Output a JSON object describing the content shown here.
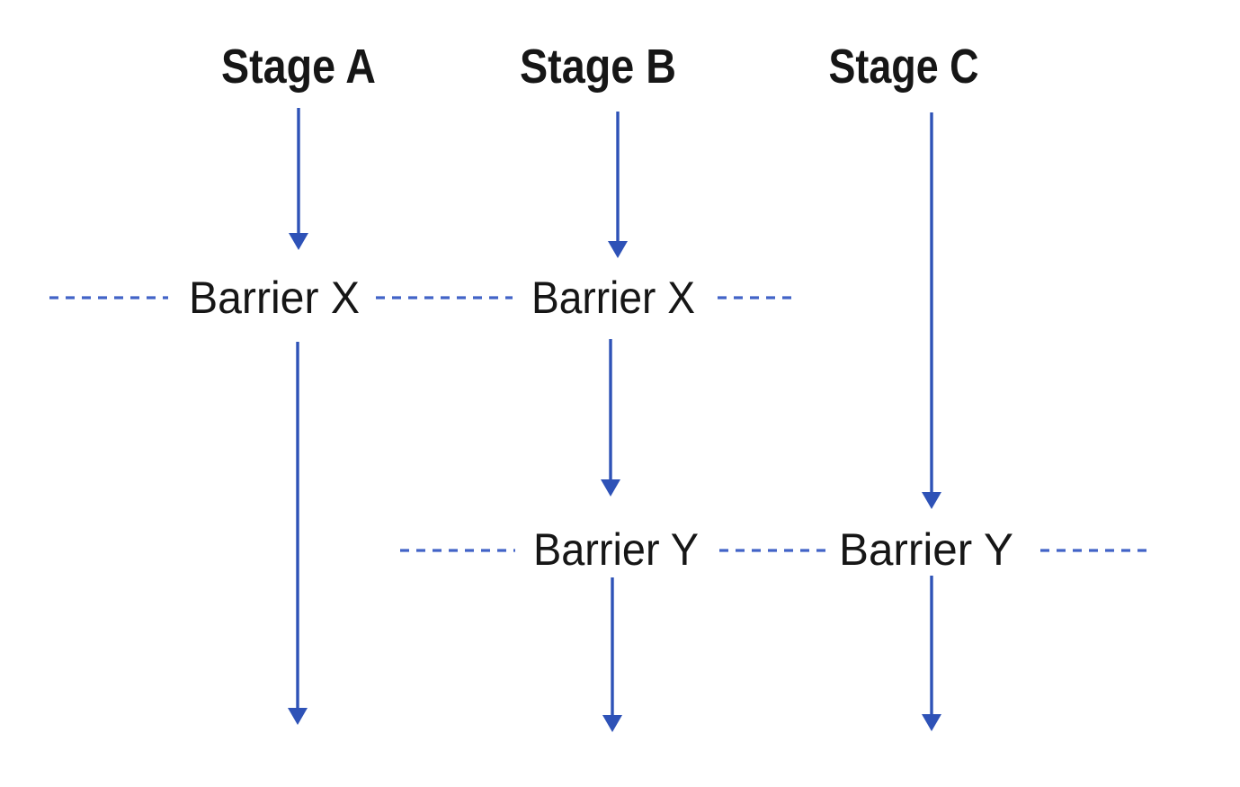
{
  "diagram": {
    "stage_columns": [
      {
        "label": "Stage A"
      },
      {
        "label": "Stage B"
      },
      {
        "label": "Stage C"
      }
    ],
    "barrier_x": {
      "label": "Barrier X"
    },
    "barrier_y": {
      "label": "Barrier Y"
    },
    "colors": {
      "arrow": "#2e52b7",
      "dash": "#4263c7",
      "text": "#161616"
    }
  }
}
